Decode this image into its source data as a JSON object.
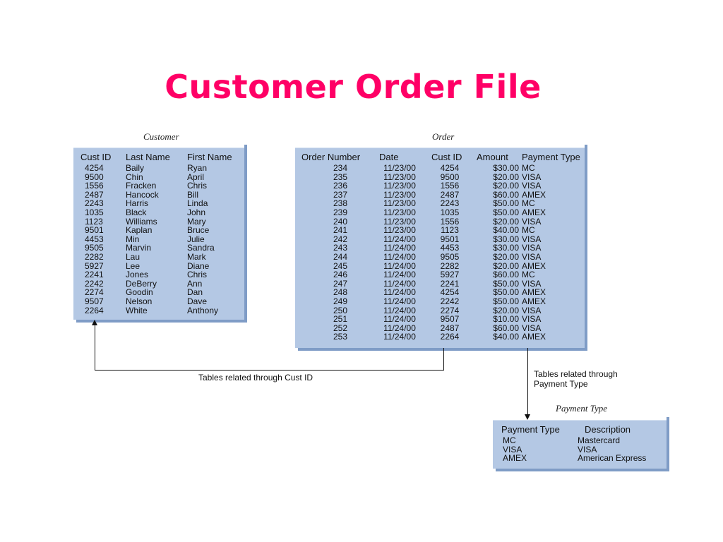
{
  "title": "Customer Order File",
  "customer": {
    "caption": "Customer",
    "headers": [
      "Cust ID",
      "Last Name",
      "First Name"
    ],
    "rows": [
      [
        "4254",
        "Baily",
        "Ryan"
      ],
      [
        "9500",
        "Chin",
        "April"
      ],
      [
        "1556",
        "Fracken",
        "Chris"
      ],
      [
        "2487",
        "Hancock",
        "Bill"
      ],
      [
        "2243",
        "Harris",
        "Linda"
      ],
      [
        "1035",
        "Black",
        "John"
      ],
      [
        "1123",
        "Williams",
        "Mary"
      ],
      [
        "9501",
        "Kaplan",
        "Bruce"
      ],
      [
        "4453",
        "Min",
        "Julie"
      ],
      [
        "9505",
        "Marvin",
        "Sandra"
      ],
      [
        "2282",
        "Lau",
        "Mark"
      ],
      [
        "5927",
        "Lee",
        "Diane"
      ],
      [
        "2241",
        "Jones",
        "Chris"
      ],
      [
        "2242",
        "DeBerry",
        "Ann"
      ],
      [
        "2274",
        "Goodin",
        "Dan"
      ],
      [
        "9507",
        "Nelson",
        "Dave"
      ],
      [
        "2264",
        "White",
        "Anthony"
      ]
    ]
  },
  "order": {
    "caption": "Order",
    "headers": [
      "Order Number",
      "Date",
      "Cust ID",
      "Amount",
      "Payment Type"
    ],
    "rows": [
      [
        "234",
        "11/23/00",
        "4254",
        "$30.00",
        "MC"
      ],
      [
        "235",
        "11/23/00",
        "9500",
        "$20.00",
        "VISA"
      ],
      [
        "236",
        "11/23/00",
        "1556",
        "$20.00",
        "VISA"
      ],
      [
        "237",
        "11/23/00",
        "2487",
        "$60.00",
        "AMEX"
      ],
      [
        "238",
        "11/23/00",
        "2243",
        "$50.00",
        "MC"
      ],
      [
        "239",
        "11/23/00",
        "1035",
        "$50.00",
        "AMEX"
      ],
      [
        "240",
        "11/23/00",
        "1556",
        "$20.00",
        "VISA"
      ],
      [
        "241",
        "11/23/00",
        "1123",
        "$40.00",
        "MC"
      ],
      [
        "242",
        "11/24/00",
        "9501",
        "$30.00",
        "VISA"
      ],
      [
        "243",
        "11/24/00",
        "4453",
        "$30.00",
        "VISA"
      ],
      [
        "244",
        "11/24/00",
        "9505",
        "$20.00",
        "VISA"
      ],
      [
        "245",
        "11/24/00",
        "2282",
        "$20.00",
        "AMEX"
      ],
      [
        "246",
        "11/24/00",
        "5927",
        "$60.00",
        "MC"
      ],
      [
        "247",
        "11/24/00",
        "2241",
        "$50.00",
        "VISA"
      ],
      [
        "248",
        "11/24/00",
        "4254",
        "$50.00",
        "AMEX"
      ],
      [
        "249",
        "11/24/00",
        "2242",
        "$50.00",
        "AMEX"
      ],
      [
        "250",
        "11/24/00",
        "2274",
        "$20.00",
        "VISA"
      ],
      [
        "251",
        "11/24/00",
        "9507",
        "$10.00",
        "VISA"
      ],
      [
        "252",
        "11/24/00",
        "2487",
        "$60.00",
        "VISA"
      ],
      [
        "253",
        "11/24/00",
        "2264",
        "$40.00",
        "AMEX"
      ]
    ]
  },
  "payment": {
    "caption": "Payment Type",
    "headers": [
      "Payment Type",
      "Description"
    ],
    "rows": [
      [
        "MC",
        "Mastercard"
      ],
      [
        "VISA",
        "VISA"
      ],
      [
        "AMEX",
        "American Express"
      ]
    ]
  },
  "relations": {
    "cust_id_label": "Tables related through Cust ID",
    "payment_label_line1": "Tables related through",
    "payment_label_line2": "Payment Type"
  },
  "colors": {
    "title": "#ff0066",
    "panel": "#b4c8e4",
    "panel_edge": "#7f9cc6"
  }
}
